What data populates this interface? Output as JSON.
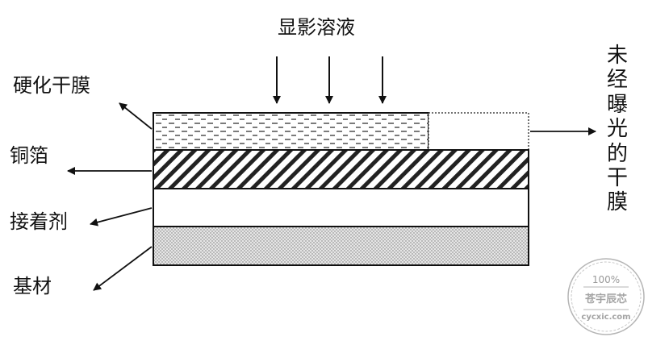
{
  "labels": {
    "developer": "显影溶液",
    "hardened_film": "硬化干膜",
    "copper_foil": "铜箔",
    "adhesive": "接着剂",
    "substrate": "基材",
    "unexposed_film": "未经曝光的干膜"
  },
  "watermark": {
    "percent": "100%",
    "name": "苍宇辰芯",
    "site": "cycxic.com"
  },
  "colors": {
    "line": "#111111",
    "hatch": "#222222",
    "substrate_fill": "#e2e2e2",
    "watermark": "#b5b5b5"
  }
}
